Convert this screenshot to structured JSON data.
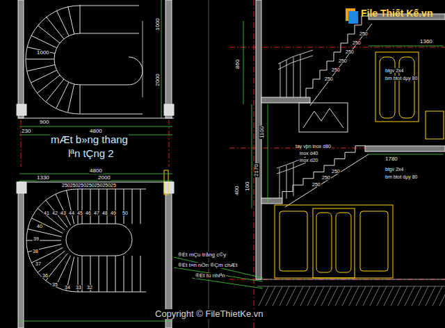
{
  "diagram": {
    "labels": [
      "230",
      "900",
      "4800",
      "mÆt b»ng thang",
      "lªn tÇng 2",
      "4800",
      "1330",
      "2000",
      "25025025025025025025",
      "41",
      "42",
      "43",
      "44",
      "45",
      "46",
      "47",
      "48",
      "49",
      "50",
      "40",
      "39",
      "38",
      "37",
      "36",
      "35",
      "34",
      "33",
      "32",
      "1000",
      "1000",
      "2000",
      "1360",
      "860",
      "250",
      "250",
      "250",
      "250",
      "250",
      "250",
      "btgv 2x4",
      "bm btot dµy 80",
      "1780",
      "btgv 2x4",
      "bm btot dµy 80",
      "tay vþn inox d80",
      "inox d40",
      "inox d20",
      "250",
      "250",
      "250",
      "1100",
      "2170",
      "400",
      "100",
      "®Ët mÇu trång c©y",
      "®Ët t«n nÒn ®Çm chÆt",
      "®Ët tù nhiªn",
      "File Thiết Kế.vn",
      "Copyright © FileThietKe.vn"
    ]
  }
}
